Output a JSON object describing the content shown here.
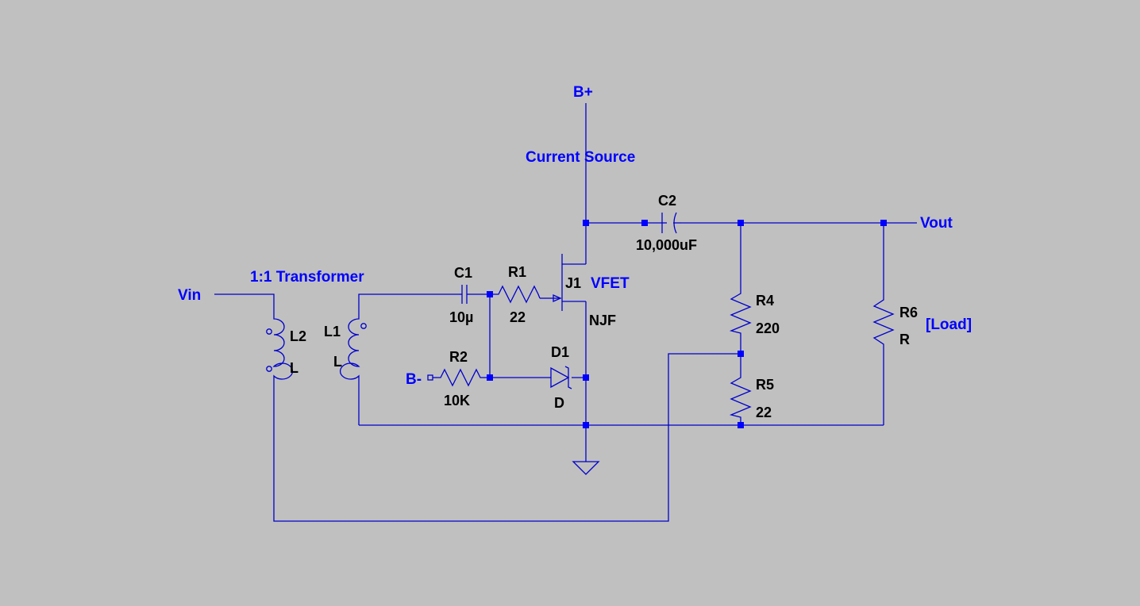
{
  "net_labels": {
    "b_plus": "B+",
    "b_minus": "B-",
    "vin": "Vin",
    "vout": "Vout"
  },
  "annotations": {
    "current_source": "Current Source",
    "transformer": "1:1 Transformer",
    "load": "[Load]"
  },
  "components": {
    "c1": {
      "ref": "C1",
      "value": "10µ"
    },
    "c2": {
      "ref": "C2",
      "value": "10,000uF"
    },
    "r1": {
      "ref": "R1",
      "value": "22"
    },
    "r2": {
      "ref": "R2",
      "value": "10K"
    },
    "r4": {
      "ref": "R4",
      "value": "220"
    },
    "r5": {
      "ref": "R5",
      "value": "22"
    },
    "r6": {
      "ref": "R6",
      "value": "R"
    },
    "l1": {
      "ref": "L1",
      "value": "L"
    },
    "l2": {
      "ref": "L2",
      "value": "L"
    },
    "d1": {
      "ref": "D1",
      "value": "D"
    },
    "j1": {
      "ref": "J1",
      "name": "VFET",
      "value": "NJF"
    }
  },
  "colors": {
    "background": "#c0c0c0",
    "wire": "#0000cc",
    "annotation_text": "#0000ff",
    "component_text": "#000000"
  }
}
